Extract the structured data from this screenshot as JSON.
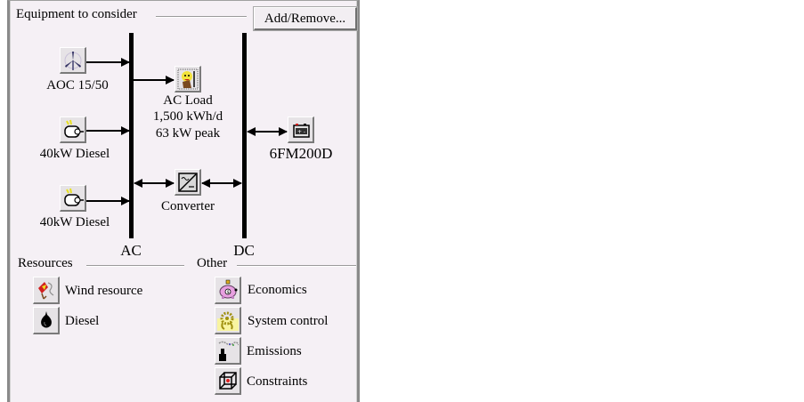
{
  "equipment_panel": {
    "title": "Equipment to consider",
    "add_remove_label": "Add/Remove...",
    "buses": {
      "ac_label": "AC",
      "dc_label": "DC"
    },
    "components": {
      "wind_turbine": {
        "label": "AOC 15/50",
        "icon": "wind-turbine-icon"
      },
      "ac_load": {
        "label": "AC Load",
        "energy": "1,500 kWh/d",
        "peak": "63 kW peak",
        "icon": "ac-load-icon"
      },
      "diesel_1": {
        "label": "40kW Diesel",
        "icon": "generator-icon"
      },
      "diesel_2": {
        "label": "40kW Diesel",
        "icon": "generator-icon"
      },
      "battery": {
        "label": "6FM200D",
        "icon": "battery-icon"
      },
      "converter": {
        "label": "Converter",
        "icon": "converter-icon"
      }
    }
  },
  "resources": {
    "title": "Resources",
    "items": [
      {
        "label": "Wind resource",
        "icon": "wind-resource-icon"
      },
      {
        "label": "Diesel",
        "icon": "fuel-drop-icon"
      }
    ]
  },
  "other": {
    "title": "Other",
    "items": [
      {
        "label": "Economics",
        "icon": "piggy-bank-icon"
      },
      {
        "label": "System control",
        "icon": "gear-control-icon"
      },
      {
        "label": "Emissions",
        "icon": "smokestack-icon"
      },
      {
        "label": "Constraints",
        "icon": "cube-constraint-icon"
      }
    ]
  },
  "colors": {
    "panel_bg": "#f5f0f5",
    "bus": "#000000",
    "frame": "#8a8a8a"
  }
}
